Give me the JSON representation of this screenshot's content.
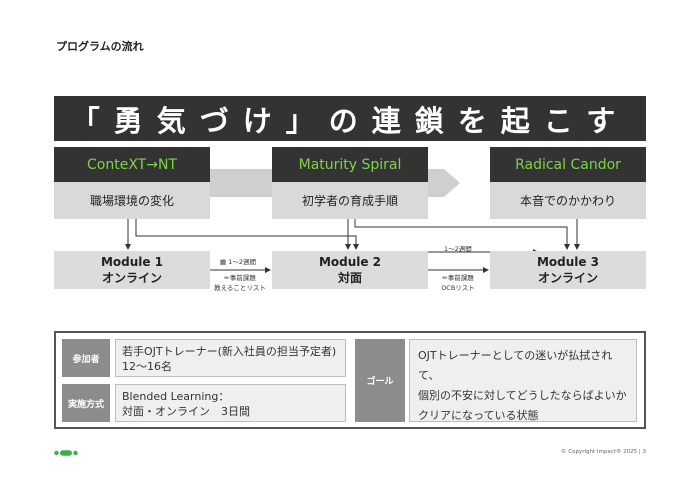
{
  "page": {
    "section_title": "プログラムの流れ",
    "banner": "「勇気づけ」の連鎖を起こす"
  },
  "columns": [
    {
      "head": "ConteXT→NT",
      "body": "職場環境の変化"
    },
    {
      "head": "Maturity Spiral",
      "body": "初学者の育成手順"
    },
    {
      "head": "Radical Candor",
      "body": "本音でのかかわり"
    }
  ],
  "modules": [
    {
      "name": "Module 1",
      "format": "オンライン"
    },
    {
      "name": "Module 2",
      "format": "対面"
    },
    {
      "name": "Module 3",
      "format": "オンライン"
    }
  ],
  "gaps": {
    "first": {
      "interval": "1〜2週間",
      "task": "事前課題",
      "task_detail": "教えることリスト"
    },
    "second": {
      "interval": "1〜2週間",
      "task": "事前課題",
      "task_detail": "OCBリスト"
    }
  },
  "info": {
    "participants_label": "参加者",
    "participants_line1": "若手OJTトレーナー(新入社員の担当予定者)",
    "participants_line2": "12〜16名",
    "method_label": "実施方式",
    "method_line1": "Blended Learning：",
    "method_line2": "対面・オンライン　3日間",
    "goal_label": "ゴール",
    "goal_line1": "OJTトレーナーとしての迷いが払拭されて、",
    "goal_line2": "個別の不安に対してどうしたならばよいか",
    "goal_line3": "クリアになっている状態"
  },
  "footer": {
    "copyright": "© Copyright Impact® 2025",
    "page_number": "3"
  },
  "colors": {
    "dark": "#333333",
    "accent_green": "#7ed34a",
    "logo_green": "#3cb043",
    "light_gray": "#d9d9d9",
    "label_gray": "#8c8c8c"
  }
}
